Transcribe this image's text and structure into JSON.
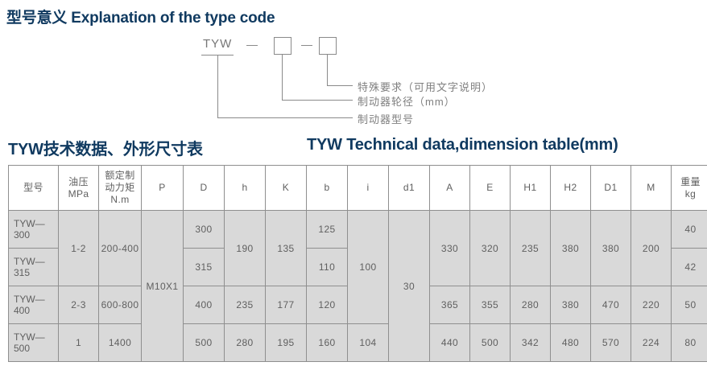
{
  "headings": {
    "type_code": "型号意义 Explanation of the type code",
    "table_cn": "TYW技术数据、外形尺寸表",
    "table_en": "TYW Technical data,dimension table(mm)"
  },
  "type_code_diagram": {
    "prefix": "TYW",
    "separator": "—",
    "box_count": 2,
    "callouts": [
      {
        "id": "special-requirement",
        "label": "特殊要求（可用文字说明）"
      },
      {
        "id": "brake-wheel-diameter",
        "label": "制动器轮径（mm）"
      },
      {
        "id": "brake-model",
        "label": "制动器型号"
      }
    ]
  },
  "table": {
    "headers": [
      {
        "id": "model",
        "lines": [
          "型号"
        ]
      },
      {
        "id": "oil-pressure",
        "lines": [
          "油压",
          "MPa"
        ]
      },
      {
        "id": "rated-braking-torque",
        "lines": [
          "额定制",
          "动力矩",
          "N.m"
        ]
      },
      {
        "id": "p",
        "lines": [
          "P"
        ]
      },
      {
        "id": "d",
        "lines": [
          "D"
        ]
      },
      {
        "id": "h",
        "lines": [
          "h"
        ]
      },
      {
        "id": "k",
        "lines": [
          "K"
        ]
      },
      {
        "id": "b",
        "lines": [
          "b"
        ]
      },
      {
        "id": "i",
        "lines": [
          "i"
        ]
      },
      {
        "id": "d1",
        "lines": [
          "d1"
        ]
      },
      {
        "id": "a",
        "lines": [
          "A"
        ]
      },
      {
        "id": "e",
        "lines": [
          "E"
        ]
      },
      {
        "id": "h1",
        "lines": [
          "H1"
        ]
      },
      {
        "id": "h2",
        "lines": [
          "H2"
        ]
      },
      {
        "id": "dd1",
        "lines": [
          "D1"
        ]
      },
      {
        "id": "m",
        "lines": [
          "M"
        ]
      },
      {
        "id": "weight",
        "lines": [
          "重量",
          "kg"
        ]
      }
    ],
    "cells": {
      "model_300": "TYW—300",
      "model_315": "TYW—315",
      "model_400": "TYW—400",
      "model_500": "TYW—500",
      "oil_1_2": "1-2",
      "oil_2_3": "2-3",
      "oil_1": "1",
      "torque_200_400": "200-400",
      "torque_600_800": "600-800",
      "torque_1400": "1400",
      "p_all": "M10X1",
      "d_300": "300",
      "d_315": "315",
      "d_400": "400",
      "d_500": "500",
      "h_190": "190",
      "h_235": "235",
      "h_280": "280",
      "k_135": "135",
      "k_177": "177",
      "k_195": "195",
      "b_125": "125",
      "b_110": "110",
      "b_120": "120",
      "b_160": "160",
      "i_100": "100",
      "i_104": "104",
      "d1_30": "30",
      "a_330": "330",
      "a_365": "365",
      "a_440": "440",
      "e_320": "320",
      "e_355": "355",
      "e_500": "500",
      "h1_235": "235",
      "h1_280": "280",
      "h1_342": "342",
      "h2_380": "380",
      "h2_380b": "380",
      "h2_480": "480",
      "dd1_380": "380",
      "dd1_470": "470",
      "dd1_570": "570",
      "m_200": "200",
      "m_220": "220",
      "m_224": "224",
      "w_40": "40",
      "w_42": "42",
      "w_50": "50",
      "w_80": "80"
    }
  },
  "colors": {
    "heading": "#103a60",
    "cell_background": "#d9d9d9",
    "border": "#8f8f8f",
    "text": "#5f5f5f"
  }
}
